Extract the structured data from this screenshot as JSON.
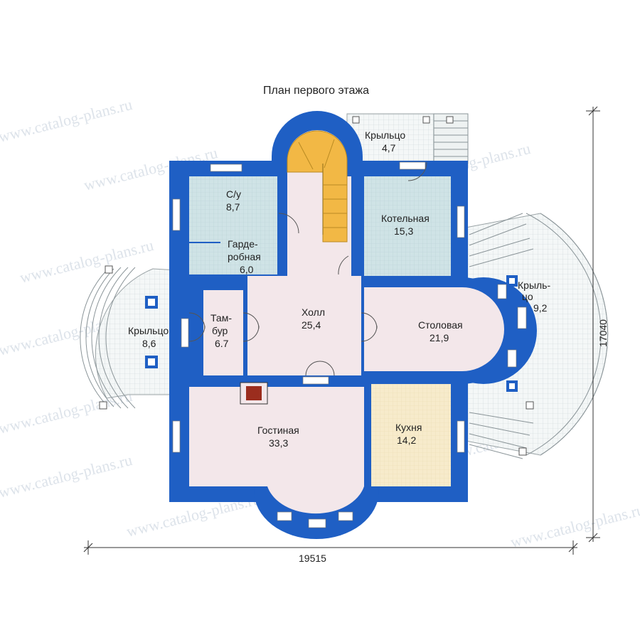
{
  "title": "План первого этажа",
  "watermark": "www.catalog-plans.ru",
  "dimensions": {
    "width": "19515",
    "height": "17040"
  },
  "rooms": {
    "porch_top": {
      "name": "Крыльцо",
      "area": "4,7"
    },
    "bathroom": {
      "name": "С/у",
      "area": "8,7"
    },
    "wardrobe": {
      "name_line1": "Гарде-",
      "name_line2": "робная",
      "area": "6,0"
    },
    "boiler": {
      "name": "Котельная",
      "area": "15,3"
    },
    "hall": {
      "name": "Холл",
      "area": "25,4"
    },
    "vestibule": {
      "name_line1": "Там-",
      "name_line2": "бур",
      "area": "6.7"
    },
    "porch_left": {
      "name": "Крыльцо",
      "area": "8,6"
    },
    "dining": {
      "name": "Столовая",
      "area": "21,9"
    },
    "porch_right": {
      "name_line1": "Крыль-",
      "name_line2": "цо",
      "area": "9,2"
    },
    "living": {
      "name": "Гостиная",
      "area": "33,3"
    },
    "kitchen": {
      "name": "Кухня",
      "area": "14,2"
    }
  },
  "colors": {
    "wall": "#1f5fc4",
    "floor": "#f3e7ea",
    "tile": "#cfe3e6",
    "kitchen_floor": "#f7ebcb",
    "stair": "#f2b845",
    "porch": "#eef2f2"
  }
}
